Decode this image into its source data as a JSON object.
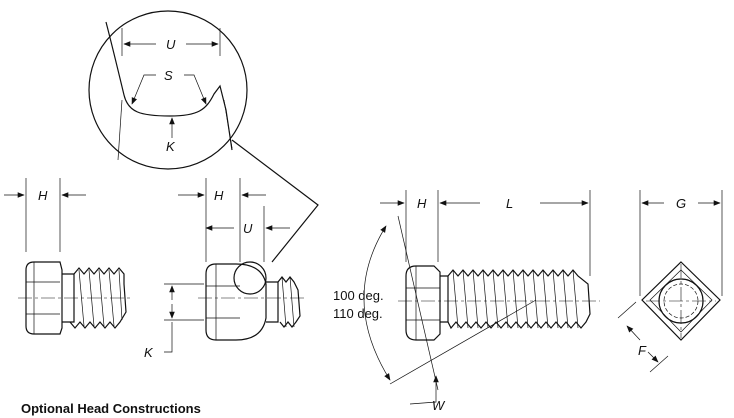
{
  "title": "",
  "caption": "Optional Head Constructions",
  "labels": {
    "H": "H",
    "L": "L",
    "U": "U",
    "S": "S",
    "K": "K",
    "G": "G",
    "F": "F",
    "W": "W",
    "angle_100": "100 deg.",
    "angle_110": "110 deg."
  }
}
